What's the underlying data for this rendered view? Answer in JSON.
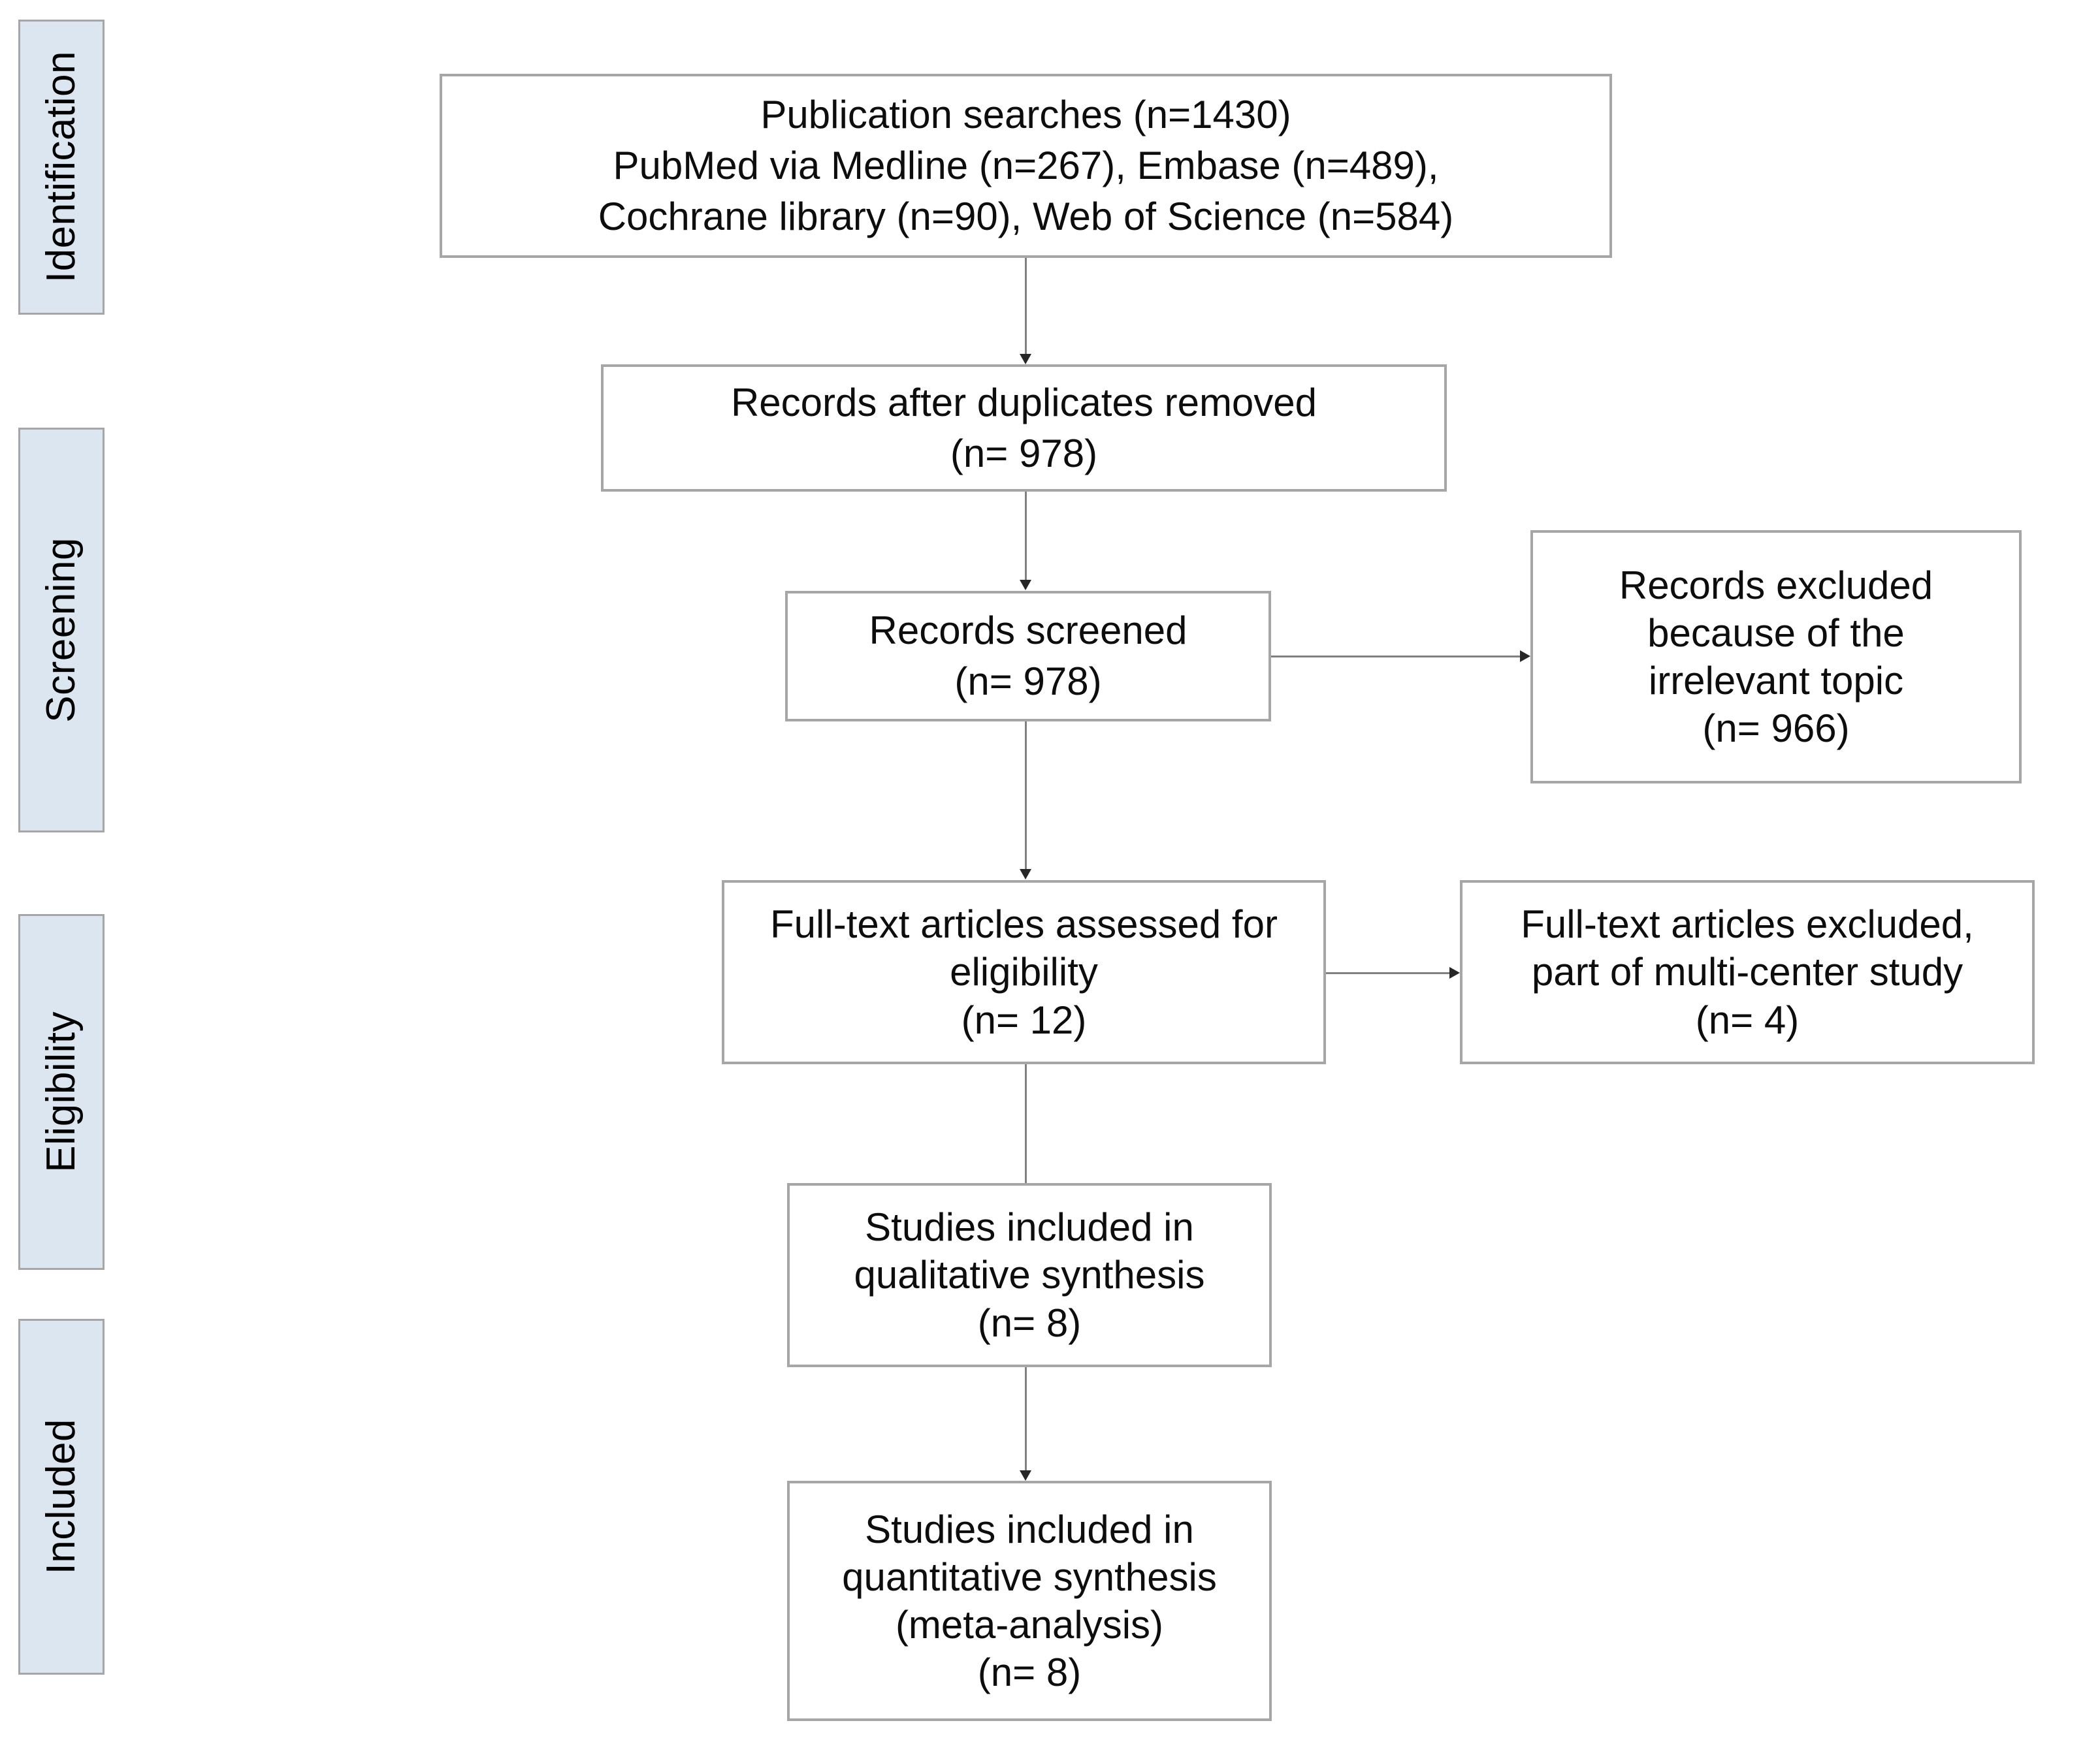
{
  "diagram": {
    "type": "PRISMA flow diagram",
    "stages": [
      {
        "id": "identification",
        "label": "Identification"
      },
      {
        "id": "screening",
        "label": "Screening"
      },
      {
        "id": "eligibility",
        "label": "Eligibility"
      },
      {
        "id": "included",
        "label": "Included"
      }
    ],
    "nodes": {
      "publication_searches": {
        "line1": "Publication searches (n=1430)",
        "line2": "PubMed via Medline (n=267), Embase (n=489),",
        "line3": "Cochrane library (n=90), Web of Science (n=584)"
      },
      "duplicates_removed": {
        "line1": "Records after duplicates removed",
        "line2": "(n= 978)"
      },
      "records_screened": {
        "line1": "Records screened",
        "line2": "(n= 978)"
      },
      "records_excluded": {
        "line1": "Records excluded",
        "line2": "because of the",
        "line3": "irrelevant topic",
        "line4": "(n= 966)"
      },
      "fulltext_assessed": {
        "line1": "Full-text articles assessed for",
        "line2": "eligibility",
        "line3": "(n= 12)"
      },
      "fulltext_excluded": {
        "line1": "Full-text articles excluded,",
        "line2": "part of multi-center study",
        "line3": "(n= 4)"
      },
      "qualitative_synthesis": {
        "line1": "Studies included in",
        "line2": "qualitative synthesis",
        "line3": "(n= 8)"
      },
      "quantitative_synthesis": {
        "line1": "Studies included in",
        "line2": "quantitative synthesis",
        "line3": "(meta-analysis)",
        "line4": "(n= 8)"
      }
    },
    "counts": {
      "publication_searches_total": 1430,
      "pubmed_medline": 267,
      "embase": 489,
      "cochrane_library": 90,
      "web_of_science": 584,
      "after_duplicates_removed": 978,
      "records_screened": 978,
      "records_excluded_irrelevant_topic": 966,
      "fulltext_assessed": 12,
      "fulltext_excluded_multicenter": 4,
      "qualitative_synthesis": 8,
      "quantitative_synthesis": 8
    },
    "colors": {
      "stage_fill": "#dce6f1",
      "stage_border": "#a6a6a6",
      "node_fill": "#ffffff",
      "node_border": "#a6a6a6",
      "connector": "#808080",
      "arrowhead": "#262626",
      "text": "#0d0d0d",
      "background": "#ffffff"
    }
  }
}
